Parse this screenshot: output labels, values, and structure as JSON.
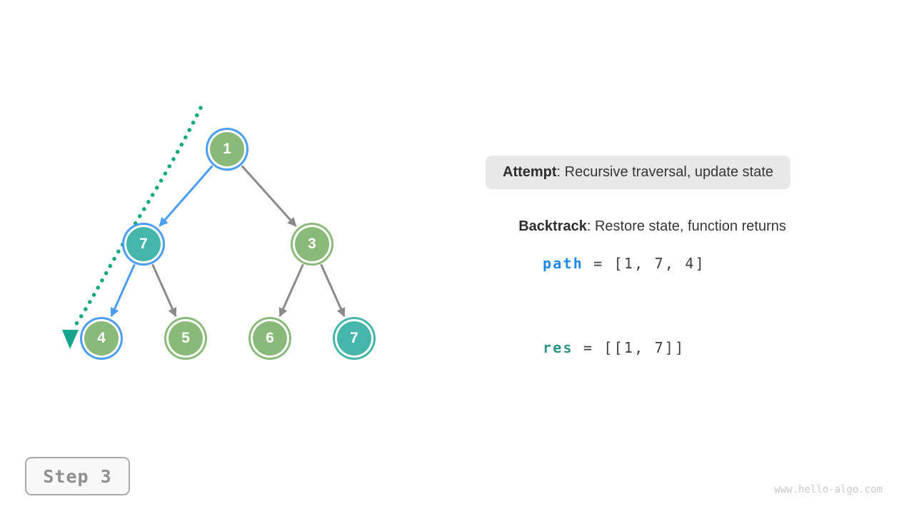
{
  "tree": {
    "nodes": [
      {
        "value": "1",
        "fill": "green",
        "ring": "blue"
      },
      {
        "value": "7",
        "fill": "teal",
        "ring": "blue"
      },
      {
        "value": "3",
        "fill": "green",
        "ring": "green"
      },
      {
        "value": "4",
        "fill": "green",
        "ring": "blue"
      },
      {
        "value": "5",
        "fill": "green",
        "ring": "green"
      },
      {
        "value": "6",
        "fill": "green",
        "ring": "green"
      },
      {
        "value": "7",
        "fill": "teal",
        "ring": "teal"
      }
    ],
    "edges": [
      {
        "from": "1",
        "to": "7",
        "style": "traversal-blue"
      },
      {
        "from": "1",
        "to": "3",
        "style": "gray"
      },
      {
        "from": "7",
        "to": "4",
        "style": "traversal-blue"
      },
      {
        "from": "7",
        "to": "5",
        "style": "gray"
      },
      {
        "from": "3",
        "to": "6",
        "style": "gray"
      },
      {
        "from": "3",
        "to": "7",
        "style": "gray"
      }
    ],
    "trace": "dotted teal backtracking trace from root past left subtree ending in arrowhead at node 4"
  },
  "legend": {
    "attempt_label": "Attempt",
    "attempt_text": ": Recursive traversal, update state",
    "backtrack_label": "Backtrack",
    "backtrack_text": ": Restore state, function returns"
  },
  "state": {
    "path_var": "path",
    "path_value": " = [1, 7, 4]",
    "res_var": "res",
    "res_value": " = [[1, 7]]"
  },
  "step_badge": "Step 3",
  "watermark": "www.hello-algo.com",
  "colors": {
    "node_green": "#89BA79",
    "node_teal": "#45B6AA",
    "highlight_blue": "#4A9DF1",
    "edge_gray": "#8A8A8A",
    "trace_teal": "#10A87D",
    "path_var_blue": "#1E88E5",
    "res_var_teal": "#2E9385",
    "attempt_bg": "#E8E8E8"
  }
}
